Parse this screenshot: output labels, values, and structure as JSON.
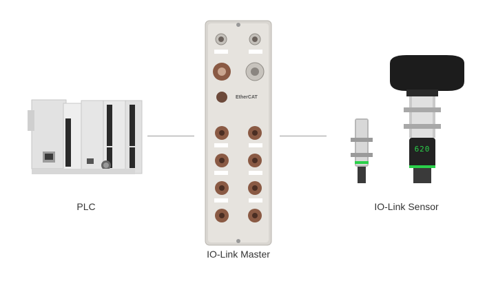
{
  "diagram": {
    "nodes": [
      {
        "id": "plc",
        "label": "PLC"
      },
      {
        "id": "master",
        "label": "IO-Link Master"
      },
      {
        "id": "sensor",
        "label": "IO-Link Sensor"
      }
    ],
    "edges": [
      {
        "from": "plc",
        "to": "master"
      },
      {
        "from": "master",
        "to": "sensor"
      }
    ],
    "device_markings": {
      "master_brand": "EtherCAT",
      "sensor_display": "620"
    },
    "colors": {
      "line": "#9a9a9a",
      "housing": "#d9d6d1",
      "port": "#8a5a44",
      "sensor_green": "#2bd04a"
    }
  }
}
